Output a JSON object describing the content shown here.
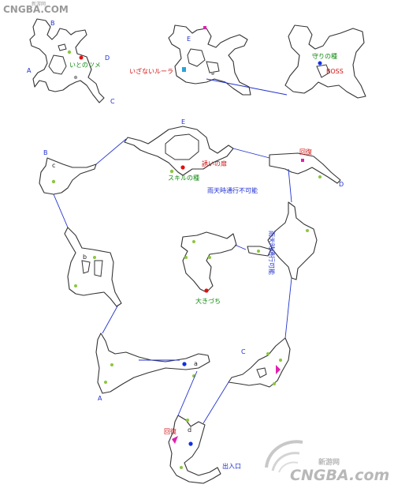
{
  "watermark": {
    "top_brand": "CNGBA.COM",
    "top_cn": "新游网",
    "bottom_brand": "CNGBA.com",
    "bottom_cn": "新游网"
  },
  "colors": {
    "link": "#2233cc",
    "name_green": "#108a10",
    "name_red": "#d01010",
    "name_blue": "#1f2fd0",
    "dot_green": "#8cc63f",
    "dot_red": "#e01010",
    "dot_blue": "#1030e0",
    "gray": "#999999",
    "magenta": "#e020b0"
  },
  "labels": {
    "m1_A": "A",
    "m1_B": "B",
    "m1_C": "C",
    "m1_D": "D",
    "m1_item": "いとのツメ",
    "m2_E": "E",
    "m2_item": "いざないルーラ",
    "m3_item": "守りの種",
    "m3_boss": "BOSS",
    "main_E": "E",
    "main_B": "B",
    "main_c": "c",
    "main_b": "b",
    "main_A": "A",
    "main_a": "a",
    "main_C": "C",
    "main_D": "D",
    "main_d": "d",
    "heal_top": "回復",
    "heal_bottom": "回復",
    "tempt_item": "誘いの扉",
    "skill_item": "スキルの種",
    "rain_h": "雨天時通行不可能",
    "rain_v": "雨天時通行可能",
    "mallet_item": "大きづち",
    "entrance": "出入口"
  }
}
